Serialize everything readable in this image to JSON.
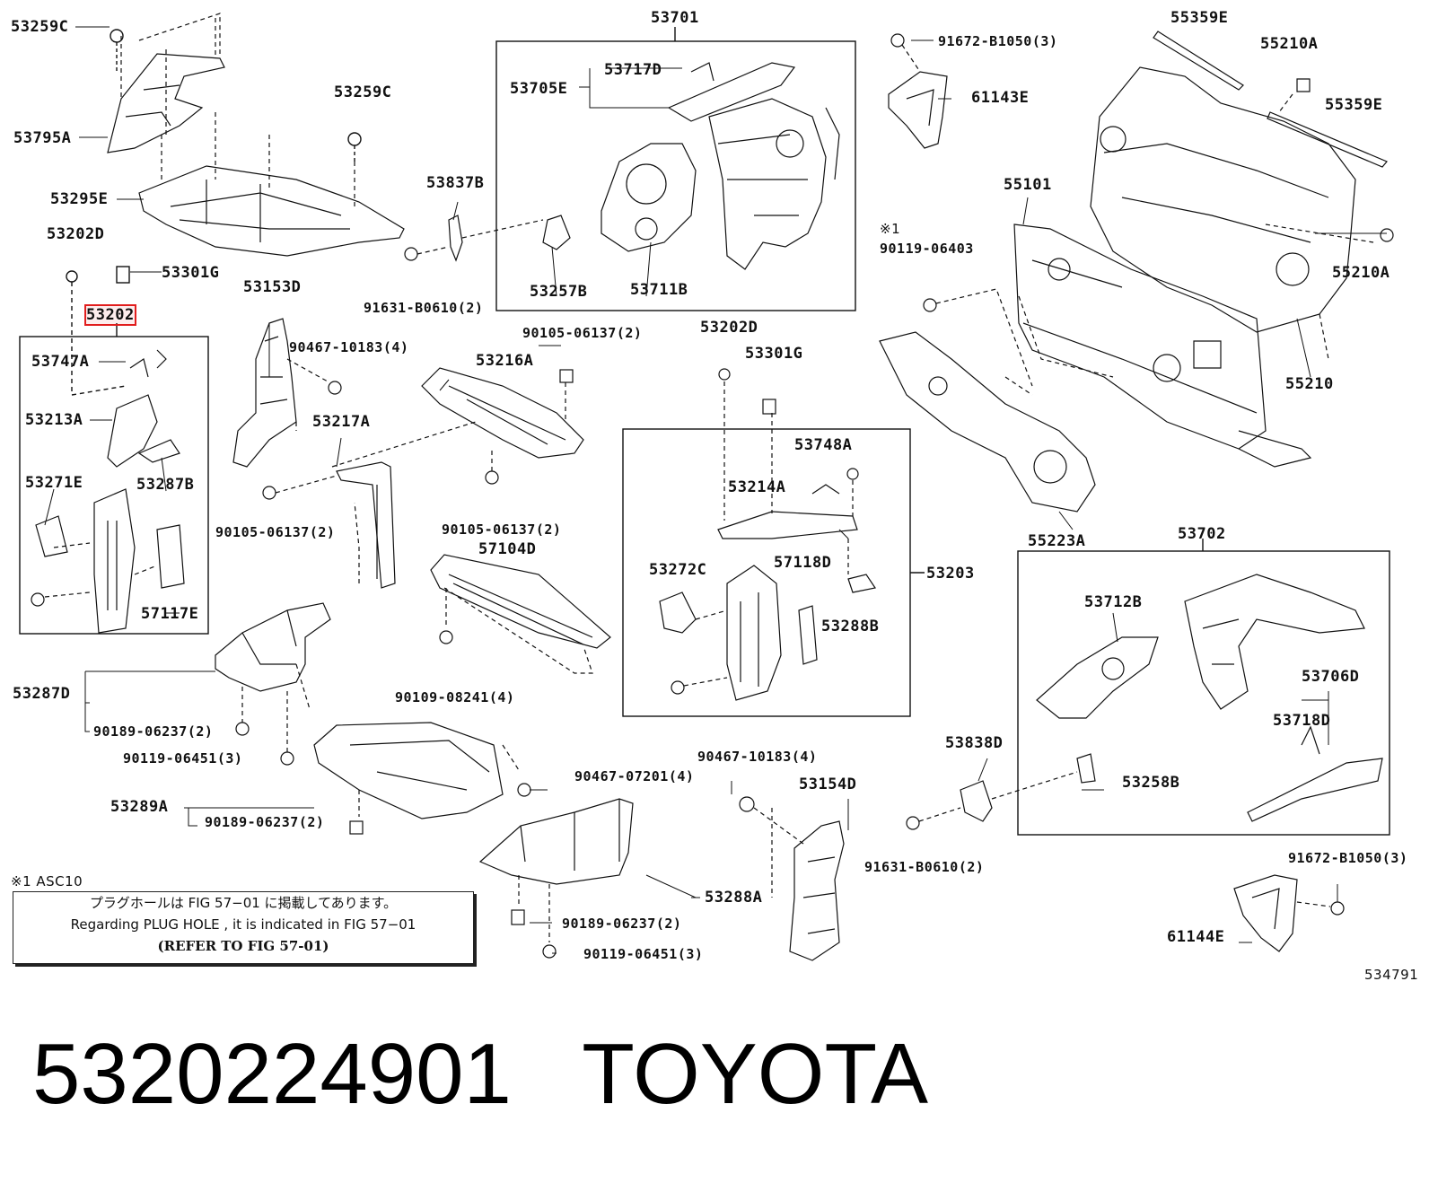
{
  "labels": {
    "l53259C_a": "53259C",
    "l53795A": "53795A",
    "l53259C_b": "53259C",
    "l53295E": "53295E",
    "l53202D_a": "53202D",
    "l53301G_a": "53301G",
    "l53202": "53202",
    "l53747A": "53747A",
    "l53213A": "53213A",
    "l53287B": "53287B",
    "l53271E": "53271E",
    "l57117E": "57117E",
    "l53153D": "53153D",
    "l90467_10183_a": "90467-10183(4)",
    "l53217A": "53217A",
    "l90105_06137_a": "90105-06137(2)",
    "l53287D": "53287D",
    "l90189_06237_a": "90189-06237(2)",
    "l90119_06451_a": "90119-06451(3)",
    "l53289A": "53289A",
    "l90189_06237_b": "90189-06237(2)",
    "l53701": "53701",
    "l53717D": "53717D",
    "l53705E": "53705E",
    "l53837B": "53837B",
    "l53257B": "53257B",
    "l53711B": "53711B",
    "l91631_B0610_a": "91631-B0610(2)",
    "l90105_06137_b": "90105-06137(2)",
    "l53216A": "53216A",
    "l90105_06137_c": "90105-06137(2)",
    "l57104D": "57104D",
    "l90109_08241": "90109-08241(4)",
    "l53202D_b": "53202D",
    "l53301G_b": "53301G",
    "l53748A": "53748A",
    "l53214A": "53214A",
    "l53272C": "53272C",
    "l57118D": "57118D",
    "l53288B": "53288B",
    "l53203": "53203",
    "l90467_07201": "90467-07201(4)",
    "l90467_10183_b": "90467-10183(4)",
    "l53154D": "53154D",
    "l53288A": "53288A",
    "l90189_06237_c": "90189-06237(2)",
    "l90119_06451_b": "90119-06451(3)",
    "l91672_B1050_a": "91672-B1050(3)",
    "l61143E": "61143E",
    "l55359E_a": "55359E",
    "l55210A_a": "55210A",
    "l55359E_b": "55359E",
    "l55101": "55101",
    "l55210A_b": "55210A",
    "l_asterisk1": "※1",
    "l90119_06403": "90119-06403",
    "l55210": "55210",
    "l55223A": "55223A",
    "l53702": "53702",
    "l53712B": "53712B",
    "l53706D": "53706D",
    "l53718D": "53718D",
    "l53838D": "53838D",
    "l53258B": "53258B",
    "l91631_B0610_b": "91631-B0610(2)",
    "l91672_B1050_b": "91672-B1050(3)",
    "l61144E": "61144E",
    "l_asc10": "※1 ASC10",
    "l_figno": "534791"
  },
  "note": {
    "line1": "プラグホールは FIG 57−01 に掲載してあります。",
    "line2": "Regarding  PLUG  HOLE , it is indicated in  FIG  57−01",
    "line3": "(REFER TO FIG 57-01)"
  },
  "footer": {
    "part_number": "5320224901",
    "brand": "TOYOTA"
  }
}
